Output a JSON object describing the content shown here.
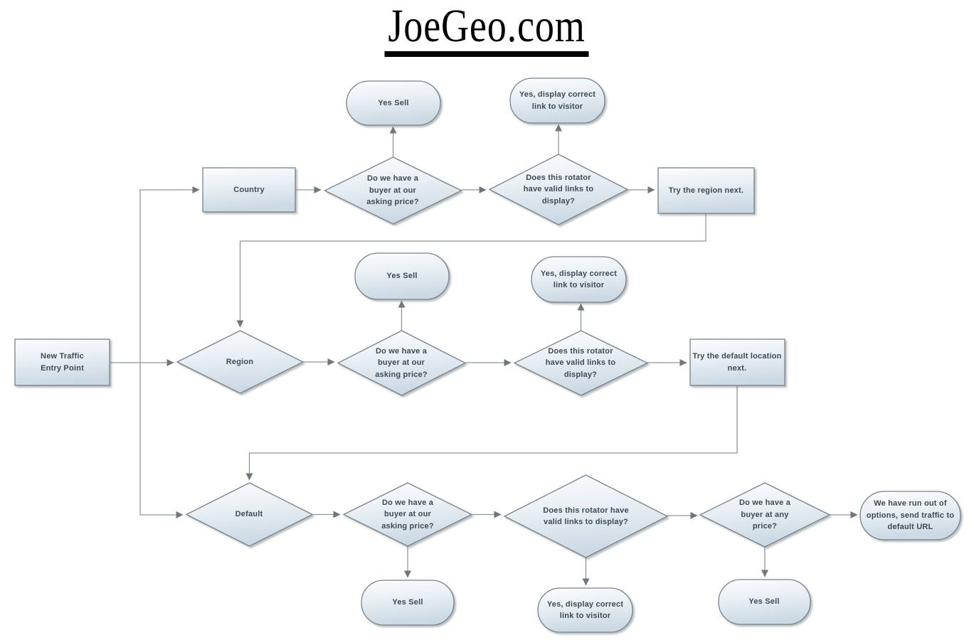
{
  "title": "JoeGeo.com",
  "colors": {
    "shape_fill_top": "#fbfdfe",
    "shape_fill_bottom": "#ccdae4",
    "shape_border": "#78828a",
    "connector_line": "#8f979c",
    "arrowhead": "#6d777d",
    "text": "#3e4a54",
    "title_text": "#000000",
    "background": "#ffffff"
  },
  "nodes": {
    "entry": {
      "type": "process",
      "label": "New Traffic Entry Point"
    },
    "country": {
      "type": "process",
      "label": "Country"
    },
    "buyer_country": {
      "type": "decision",
      "label": "Do we have a buyer at our asking price?"
    },
    "sell_country": {
      "type": "terminator",
      "label": "Yes Sell"
    },
    "rotator_country": {
      "type": "decision",
      "label": "Does this rotator have valid links to display?"
    },
    "display_country": {
      "type": "terminator",
      "label": "Yes, display correct link to visitor"
    },
    "try_region": {
      "type": "process",
      "label": "Try the region next."
    },
    "region": {
      "type": "decision",
      "label": "Region"
    },
    "buyer_region": {
      "type": "decision",
      "label": "Do we have a buyer at our asking price?"
    },
    "sell_region": {
      "type": "terminator",
      "label": "Yes Sell"
    },
    "rotator_region": {
      "type": "decision",
      "label": "Does this rotator have valid links to display?"
    },
    "display_region": {
      "type": "terminator",
      "label": "Yes, display correct link to visitor"
    },
    "try_default": {
      "type": "process",
      "label": "Try the default location next."
    },
    "default": {
      "type": "decision",
      "label": "Default"
    },
    "buyer_default": {
      "type": "decision",
      "label": "Do we have a buyer at our asking price?"
    },
    "sell_default": {
      "type": "terminator",
      "label": "Yes Sell"
    },
    "rotator_default": {
      "type": "decision",
      "label": "Does this rotator have valid links to display?"
    },
    "display_default": {
      "type": "terminator",
      "label": "Yes, display correct link to visitor"
    },
    "any_price": {
      "type": "decision",
      "label": "Do we have a buyer at any price?"
    },
    "sell_any": {
      "type": "terminator",
      "label": "Yes Sell"
    },
    "run_out": {
      "type": "terminator",
      "label": "We have run out of options, send traffic to default URL"
    }
  },
  "edges": [
    {
      "from": "entry",
      "to": "region"
    },
    {
      "from": "entry",
      "to": "country"
    },
    {
      "from": "entry",
      "to": "default"
    },
    {
      "from": "country",
      "to": "buyer_country"
    },
    {
      "from": "buyer_country",
      "to": "sell_country"
    },
    {
      "from": "buyer_country",
      "to": "rotator_country"
    },
    {
      "from": "rotator_country",
      "to": "display_country"
    },
    {
      "from": "rotator_country",
      "to": "try_region"
    },
    {
      "from": "try_region",
      "to": "region"
    },
    {
      "from": "region",
      "to": "buyer_region"
    },
    {
      "from": "buyer_region",
      "to": "sell_region"
    },
    {
      "from": "buyer_region",
      "to": "rotator_region"
    },
    {
      "from": "rotator_region",
      "to": "display_region"
    },
    {
      "from": "rotator_region",
      "to": "try_default"
    },
    {
      "from": "try_default",
      "to": "default"
    },
    {
      "from": "default",
      "to": "buyer_default"
    },
    {
      "from": "buyer_default",
      "to": "sell_default"
    },
    {
      "from": "buyer_default",
      "to": "rotator_default"
    },
    {
      "from": "rotator_default",
      "to": "display_default"
    },
    {
      "from": "rotator_default",
      "to": "any_price"
    },
    {
      "from": "any_price",
      "to": "sell_any"
    },
    {
      "from": "any_price",
      "to": "run_out"
    }
  ]
}
